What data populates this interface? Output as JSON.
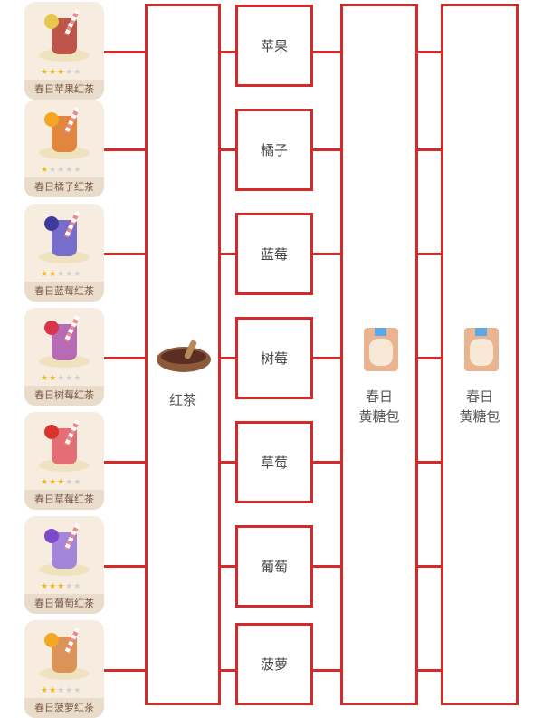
{
  "drinks": [
    {
      "label": "春日苹果红茶",
      "stars": 3,
      "color": "#b8453a",
      "fruit": "#e8c84a"
    },
    {
      "label": "春日橘子红茶",
      "stars": 1,
      "color": "#e07a2e",
      "fruit": "#f5a623"
    },
    {
      "label": "春日蓝莓红茶",
      "stars": 2,
      "color": "#6b5fc9",
      "fruit": "#3d3a9e"
    },
    {
      "label": "春日树莓红茶",
      "stars": 2,
      "color": "#b05cb0",
      "fruit": "#d8344a"
    },
    {
      "label": "春日草莓红茶",
      "stars": 3,
      "color": "#e2606a",
      "fruit": "#d8342a"
    },
    {
      "label": "春日葡萄红茶",
      "stars": 3,
      "color": "#9a7ad8",
      "fruit": "#7a4ac8"
    },
    {
      "label": "春日菠萝红茶",
      "stars": 2,
      "color": "#d98a4a",
      "fruit": "#f5a623"
    }
  ],
  "base": {
    "label": "红茶",
    "icon": "black-tea-leaves-bowl-icon"
  },
  "fruits": [
    "苹果",
    "橘子",
    "蓝莓",
    "树莓",
    "草莓",
    "葡萄",
    "菠萝"
  ],
  "sugar1": {
    "line1": "春日",
    "line2": "黄糖包",
    "icon": "sugar-bag-icon"
  },
  "sugar2": {
    "line1": "春日",
    "line2": "黄糖包",
    "icon": "sugar-bag-icon"
  },
  "colors": {
    "line": "#d42a2a",
    "star_on": "#e8b923",
    "star_off": "#cfcfcf"
  }
}
